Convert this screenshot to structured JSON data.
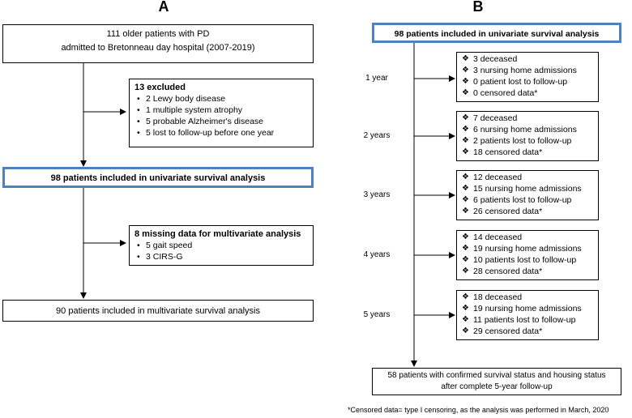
{
  "panel_a": {
    "label": "A",
    "box_top": {
      "line1": "111 older patients with PD",
      "line2": "admitted to Bretonneau day hospital (2007-2019)"
    },
    "excluded": {
      "title": "13 excluded",
      "items": [
        "2 Lewy body disease",
        "1 multiple system atrophy",
        "5 probable Alzheimer's disease",
        "5 lost to follow-up before one year"
      ]
    },
    "univariate": "98 patients included in univariate survival analysis",
    "missing": {
      "title": "8 missing data for multivariate analysis",
      "items": [
        "5 gait speed",
        "3 CIRS-G"
      ]
    },
    "multivariate": "90 patients included in multivariate survival analysis"
  },
  "panel_b": {
    "label": "B",
    "univariate": "98 patients included in univariate survival analysis",
    "years": [
      {
        "label": "1 year",
        "items": [
          "3 deceased",
          "3 nursing home admissions",
          "0 patient lost to follow-up",
          "0 censored data*"
        ]
      },
      {
        "label": "2 years",
        "items": [
          "7 deceased",
          "6 nursing home admissions",
          "2 patients lost to follow-up",
          "18 censored data*"
        ]
      },
      {
        "label": "3 years",
        "items": [
          "12 deceased",
          "15 nursing home admissions",
          "6 patients lost to follow-up",
          "26 censored data*"
        ]
      },
      {
        "label": "4 years",
        "items": [
          "14 deceased",
          "19 nursing home admissions",
          "10 patients lost to follow-up",
          "28 censored data*"
        ]
      },
      {
        "label": "5 years",
        "items": [
          "18 deceased",
          "19 nursing home admissions",
          "11 patients lost to follow-up",
          "29 censored data*"
        ]
      }
    ],
    "final": {
      "line1": "58 patients with confirmed survival status and housing status",
      "line2": "after complete 5-year follow-up"
    },
    "footnote": "*Censored data= type I censoring, as the analysis was performed in March, 2020"
  },
  "bullet_char": "•",
  "diamond_char": "❖",
  "colors": {
    "highlight_border": "#4f81bd",
    "line": "#000000"
  }
}
